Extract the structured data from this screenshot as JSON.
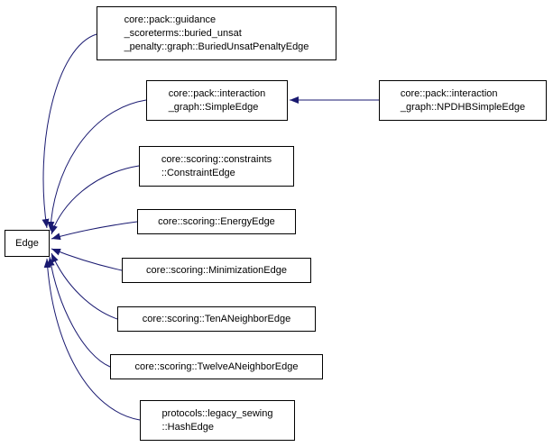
{
  "diagram": {
    "type": "class-inheritance-graph",
    "arrow_color": "#191970",
    "box_border_color": "#000000",
    "box_fill_color": "#ffffff",
    "base_class": "Edge",
    "nodes": [
      {
        "id": "buried-unsat-penalty-edge",
        "lines": [
          "core::pack::guidance",
          "_scoreterms::buried_unsat",
          "_penalty::graph::BuriedUnsatPenaltyEdge"
        ]
      },
      {
        "id": "simple-edge",
        "lines": [
          "core::pack::interaction",
          "_graph::SimpleEdge"
        ]
      },
      {
        "id": "npdhb-simple-edge",
        "lines": [
          "core::pack::interaction",
          "_graph::NPDHBSimpleEdge"
        ]
      },
      {
        "id": "constraint-edge",
        "lines": [
          "core::scoring::constraints",
          "::ConstraintEdge"
        ]
      },
      {
        "id": "energy-edge",
        "lines": [
          "core::scoring::EnergyEdge"
        ]
      },
      {
        "id": "edge",
        "lines": [
          "Edge"
        ]
      },
      {
        "id": "minimization-edge",
        "lines": [
          "core::scoring::MinimizationEdge"
        ]
      },
      {
        "id": "ten-a-neighbor-edge",
        "lines": [
          "core::scoring::TenANeighborEdge"
        ]
      },
      {
        "id": "twelve-a-neighbor-edge",
        "lines": [
          "core::scoring::TwelveANeighborEdge"
        ]
      },
      {
        "id": "hash-edge",
        "lines": [
          "protocols::legacy_sewing",
          "::HashEdge"
        ]
      }
    ],
    "edges": [
      {
        "from": "buried-unsat-penalty-edge",
        "to": "edge"
      },
      {
        "from": "simple-edge",
        "to": "edge"
      },
      {
        "from": "npdhb-simple-edge",
        "to": "simple-edge"
      },
      {
        "from": "constraint-edge",
        "to": "edge"
      },
      {
        "from": "energy-edge",
        "to": "edge"
      },
      {
        "from": "minimization-edge",
        "to": "edge"
      },
      {
        "from": "ten-a-neighbor-edge",
        "to": "edge"
      },
      {
        "from": "twelve-a-neighbor-edge",
        "to": "edge"
      },
      {
        "from": "hash-edge",
        "to": "edge"
      }
    ]
  }
}
